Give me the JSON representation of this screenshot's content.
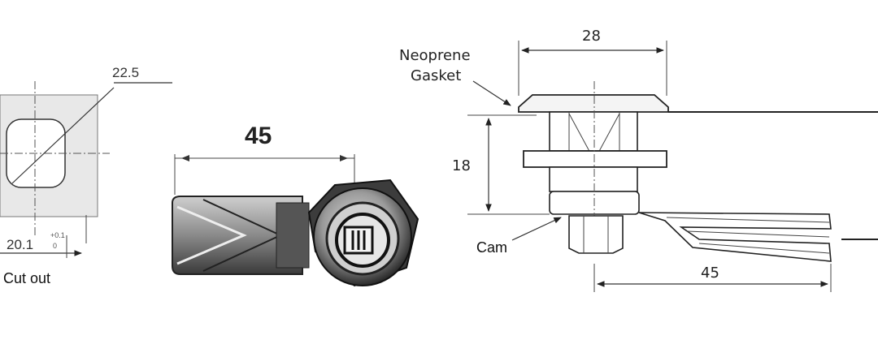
{
  "cutout": {
    "diameter_label": "22.5",
    "width_label": "20.1",
    "tolerance_plus": "+0.1",
    "tolerance_zero": "0",
    "caption": "Cut out"
  },
  "photo": {
    "length_label": "45"
  },
  "side_view": {
    "width_label": "28",
    "height_label": "18",
    "cam_length_label": "45",
    "gasket_label_line1": "Neoprene",
    "gasket_label_line2": "Gasket",
    "cam_label": "Cam"
  }
}
